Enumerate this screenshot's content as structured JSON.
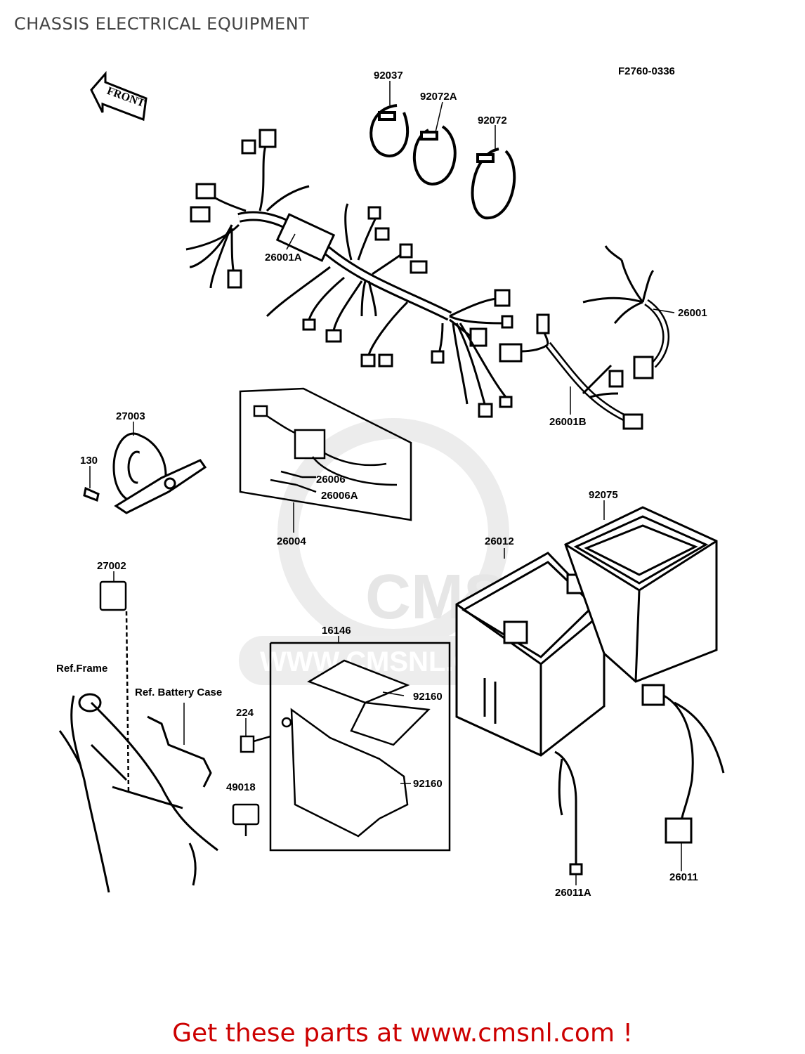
{
  "header": {
    "title": "CHASSIS ELECTRICAL EQUIPMENT",
    "drawing_code": "F2760-0336"
  },
  "front_arrow": {
    "label": "FRONT"
  },
  "callouts": {
    "p92037": "92037",
    "p92072A": "92072A",
    "p92072": "92072",
    "p26001A": "26001A",
    "p26001": "26001",
    "p26001B": "26001B",
    "p27003": "27003",
    "p130": "130",
    "p26006": "26006",
    "p26006A": "26006A",
    "p26004": "26004",
    "p92075": "92075",
    "p26012": "26012",
    "p27002": "27002",
    "p16146": "16146",
    "pRefFrame": "Ref.Frame",
    "pRefBatteryCase": "Ref. Battery Case",
    "p224": "224",
    "p92160a": "92160",
    "p92160b": "92160",
    "p49018": "49018",
    "p26011A": "26011A",
    "p26011": "26011"
  },
  "watermark": {
    "logo_text": "CMS",
    "url_text": "WWW.CMSNL.COM"
  },
  "footer": {
    "promo_text": "Get these parts at www.cmsnl.com !"
  },
  "colors": {
    "line": "#000000",
    "watermark": "#e6e6e6",
    "promo": "#cc0000",
    "title": "#444444"
  }
}
